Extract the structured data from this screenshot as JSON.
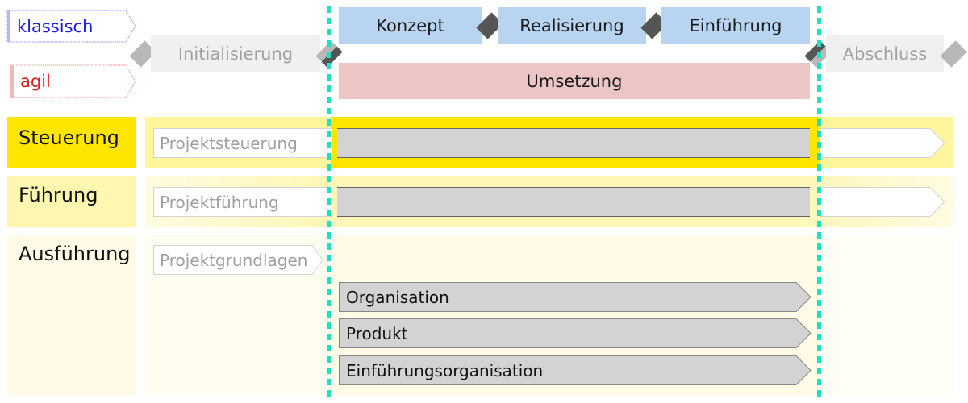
{
  "legend": {
    "classic_label": "klassisch",
    "agile_label": "agil",
    "classic_color": "#1c1ce0",
    "agile_color": "#e01c1c"
  },
  "phases": {
    "initialization": "Initialisierung",
    "classic": [
      "Konzept",
      "Realisierung",
      "Einführung"
    ],
    "agile": "Umsetzung",
    "closure": "Abschluss"
  },
  "lanes": [
    {
      "label": "Steuerung",
      "process": "Projektsteuerung",
      "label_color": "#ffe500",
      "bg_color": "#fff59d"
    },
    {
      "label": "Führung",
      "process": "Projektführung",
      "label_color": "#fff7b0",
      "bg_color": "#fffbd8"
    },
    {
      "label": "Ausführung",
      "process": "Projektgrundlagen",
      "label_color": "#fffbe6",
      "bg_color": "#fffdf2",
      "modules": [
        "Organisation",
        "Produkt",
        "Einführungsorganisation"
      ]
    }
  ],
  "colors": {
    "milestone_line": "#19e3c2",
    "classic_phase": "#b8d4f0",
    "agile_phase": "#ebc6c5",
    "module_bar": "#d3d3d3"
  }
}
